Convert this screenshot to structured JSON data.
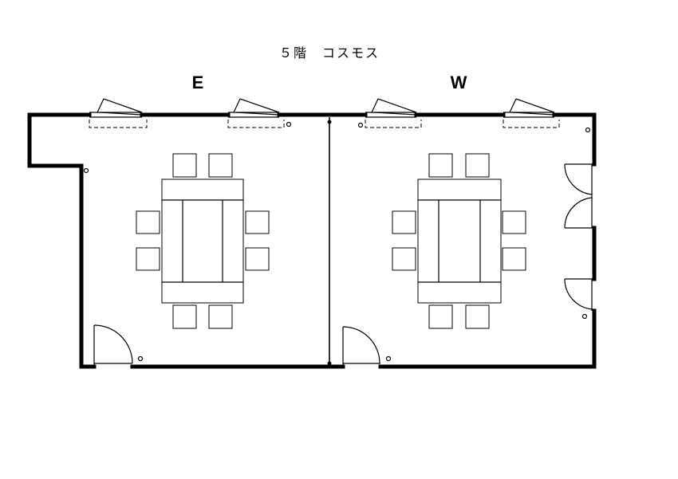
{
  "floor_title": "５階　コスモス",
  "rooms": [
    {
      "id": "east",
      "label": "E"
    },
    {
      "id": "west",
      "label": "W"
    }
  ],
  "icons": {
    "window": "window-icon",
    "door": "door-icon",
    "outlet": "outlet-icon",
    "chair": "chair-icon",
    "table": "table-icon"
  }
}
